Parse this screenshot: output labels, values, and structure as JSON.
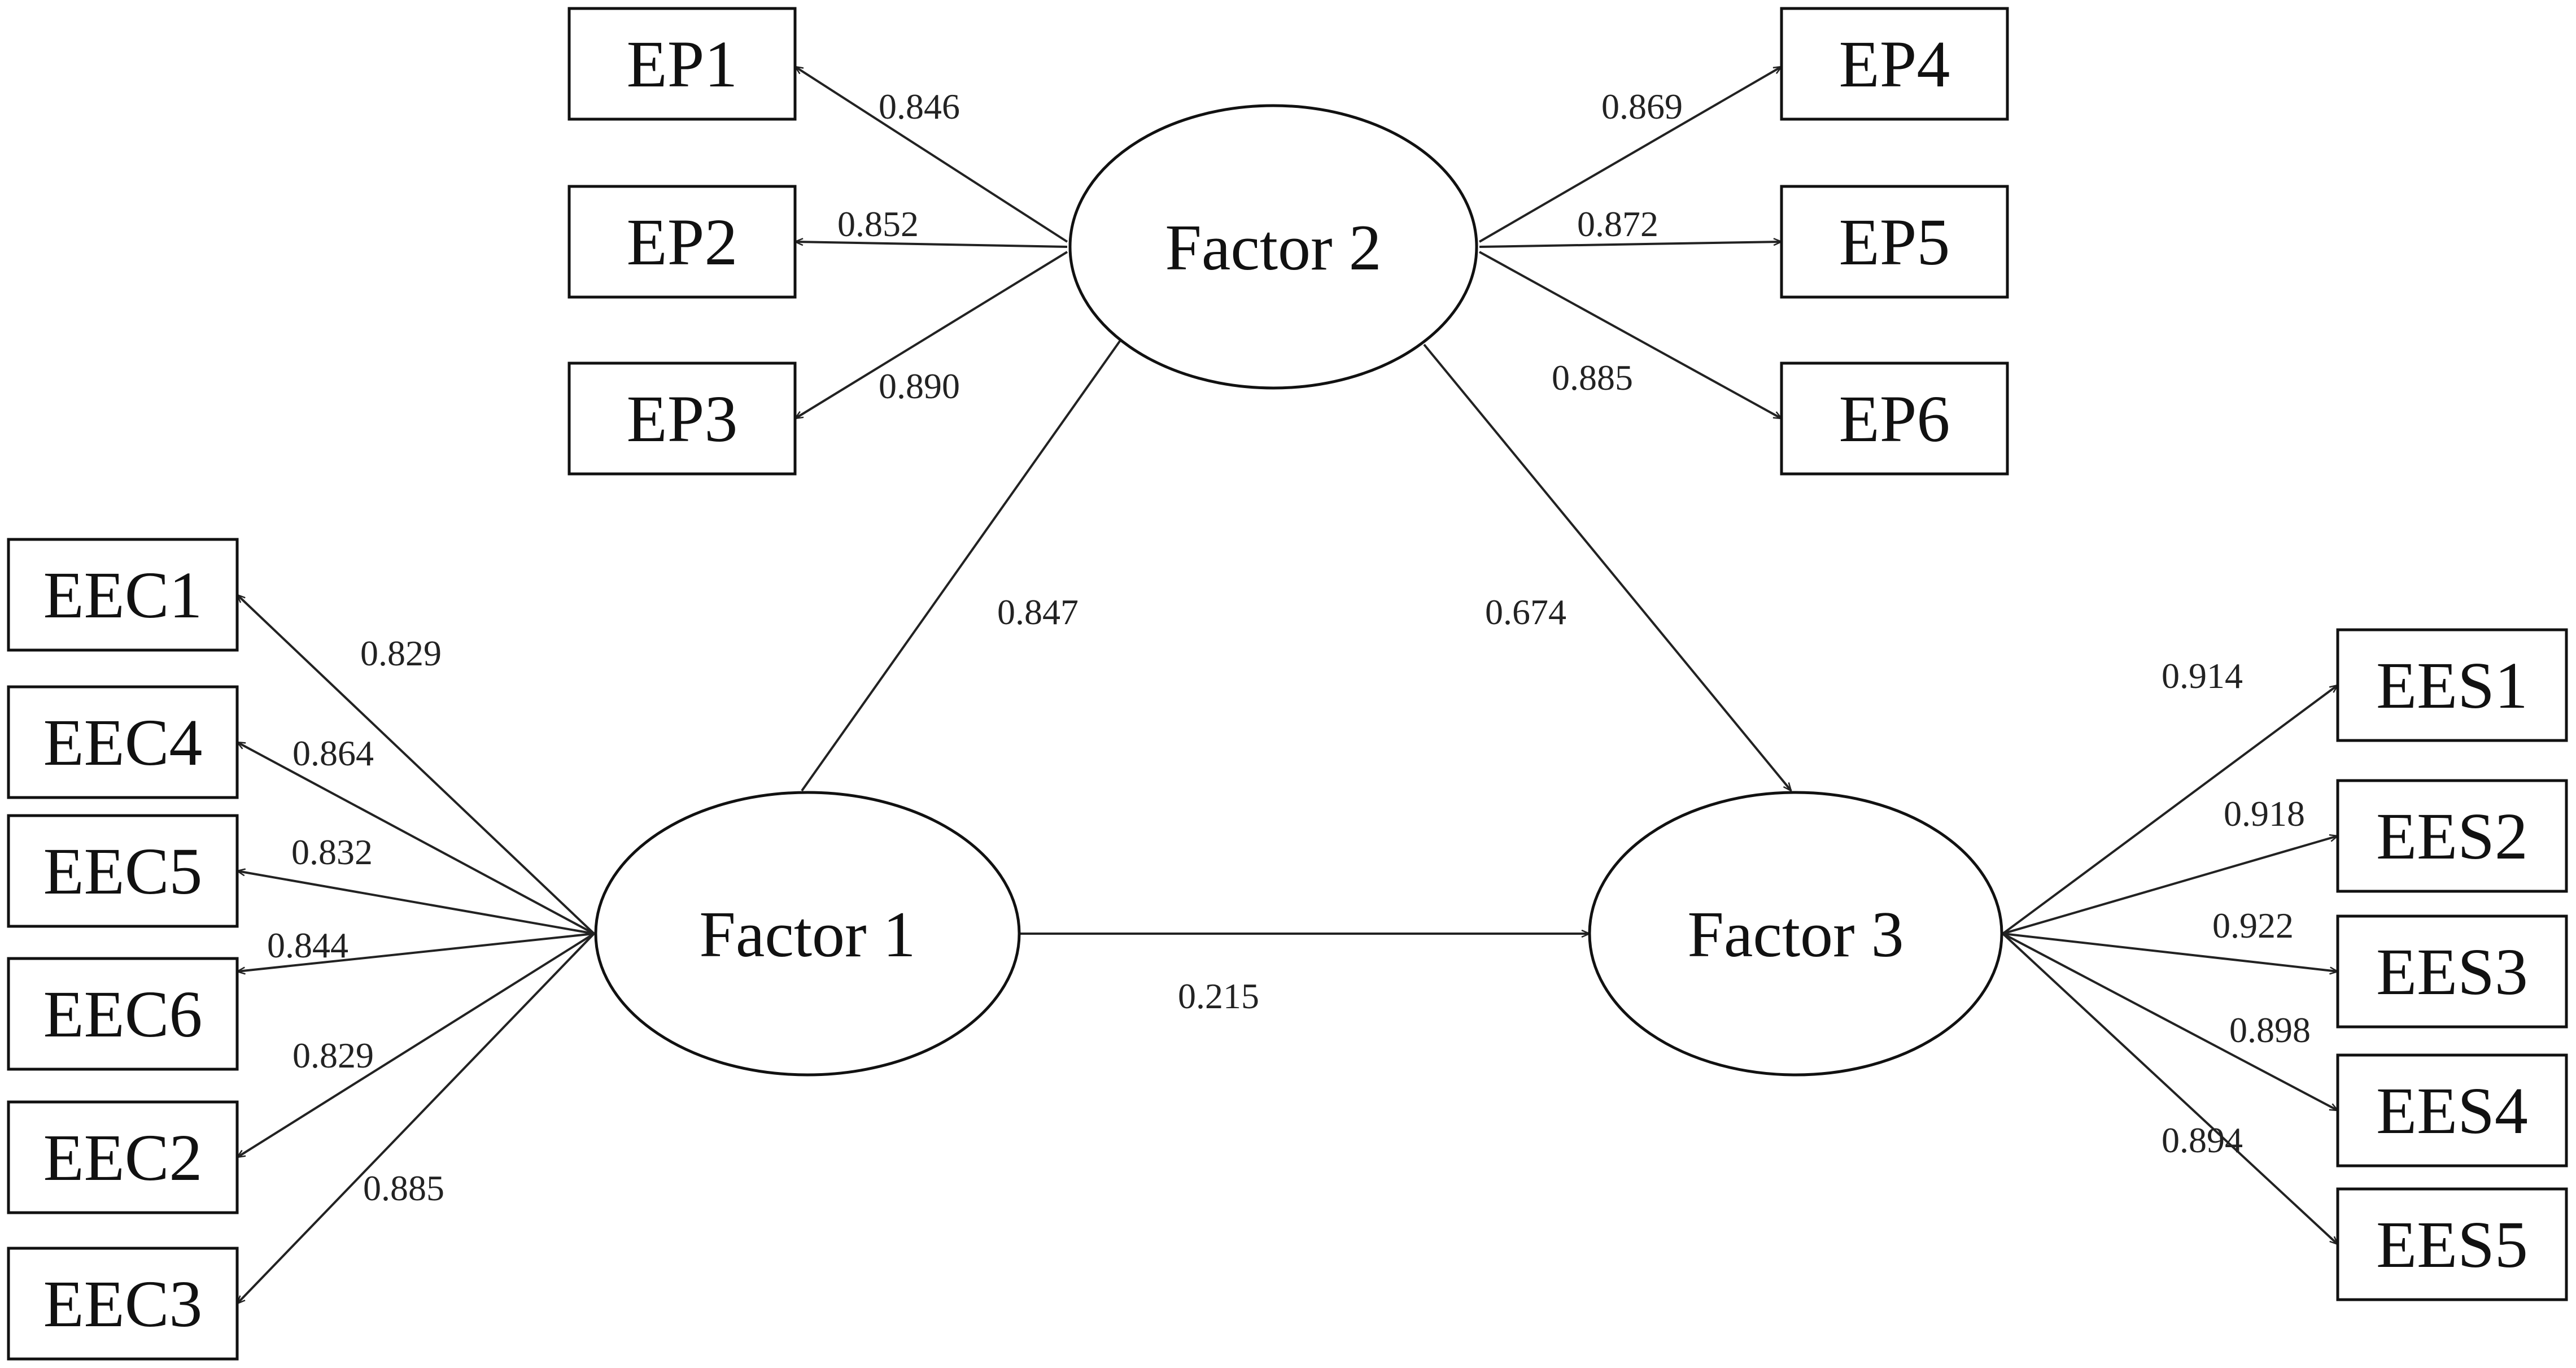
{
  "factors": [
    {
      "id": "f1",
      "label": "Factor 1"
    },
    {
      "id": "f2",
      "label": "Factor 2"
    },
    {
      "id": "f3",
      "label": "Factor 3"
    }
  ],
  "indicators": [
    {
      "id": "ep1",
      "label": "EP1"
    },
    {
      "id": "ep2",
      "label": "EP2"
    },
    {
      "id": "ep3",
      "label": "EP3"
    },
    {
      "id": "ep4",
      "label": "EP4"
    },
    {
      "id": "ep5",
      "label": "EP5"
    },
    {
      "id": "ep6",
      "label": "EP6"
    },
    {
      "id": "eec1",
      "label": "EEC1"
    },
    {
      "id": "eec4",
      "label": "EEC4"
    },
    {
      "id": "eec5",
      "label": "EEC5"
    },
    {
      "id": "eec6",
      "label": "EEC6"
    },
    {
      "id": "eec2",
      "label": "EEC2"
    },
    {
      "id": "eec3",
      "label": "EEC3"
    },
    {
      "id": "ees1",
      "label": "EES1"
    },
    {
      "id": "ees2",
      "label": "EES2"
    },
    {
      "id": "ees3",
      "label": "EES3"
    },
    {
      "id": "ees4",
      "label": "EES4"
    },
    {
      "id": "ees5",
      "label": "EES5"
    }
  ],
  "edges": [
    {
      "from": "f2",
      "to": "ep1",
      "weight": "0.846"
    },
    {
      "from": "f2",
      "to": "ep2",
      "weight": "0.852"
    },
    {
      "from": "f2",
      "to": "ep3",
      "weight": "0.890"
    },
    {
      "from": "f2",
      "to": "ep4",
      "weight": "0.869"
    },
    {
      "from": "f2",
      "to": "ep5",
      "weight": "0.872"
    },
    {
      "from": "f2",
      "to": "ep6",
      "weight": "0.885"
    },
    {
      "from": "f1",
      "to": "eec1",
      "weight": "0.829"
    },
    {
      "from": "f1",
      "to": "eec4",
      "weight": "0.864"
    },
    {
      "from": "f1",
      "to": "eec5",
      "weight": "0.832"
    },
    {
      "from": "f1",
      "to": "eec6",
      "weight": "0.844"
    },
    {
      "from": "f1",
      "to": "eec2",
      "weight": "0.829"
    },
    {
      "from": "f1",
      "to": "eec3",
      "weight": "0.885"
    },
    {
      "from": "f3",
      "to": "ees1",
      "weight": "0.914"
    },
    {
      "from": "f3",
      "to": "ees2",
      "weight": "0.918"
    },
    {
      "from": "f3",
      "to": "ees3",
      "weight": "0.922"
    },
    {
      "from": "f3",
      "to": "ees4",
      "weight": "0.898"
    },
    {
      "from": "f3",
      "to": "ees5",
      "weight": "0.894"
    },
    {
      "from": "f1",
      "to": "f2",
      "weight": "0.847"
    },
    {
      "from": "f2",
      "to": "f3",
      "weight": "0.674"
    },
    {
      "from": "f1",
      "to": "f3",
      "weight": "0.215"
    }
  ]
}
